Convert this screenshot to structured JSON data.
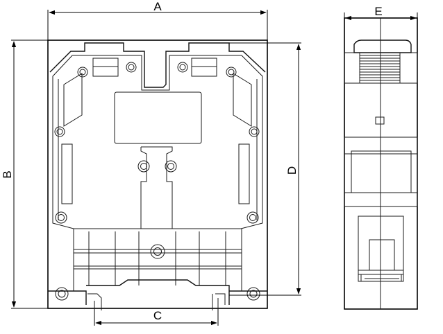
{
  "dimensions": {
    "a": "A",
    "b": "B",
    "c": "C",
    "d": "D",
    "e": "E"
  },
  "colors": {
    "line": "#000000",
    "background": "#ffffff"
  }
}
